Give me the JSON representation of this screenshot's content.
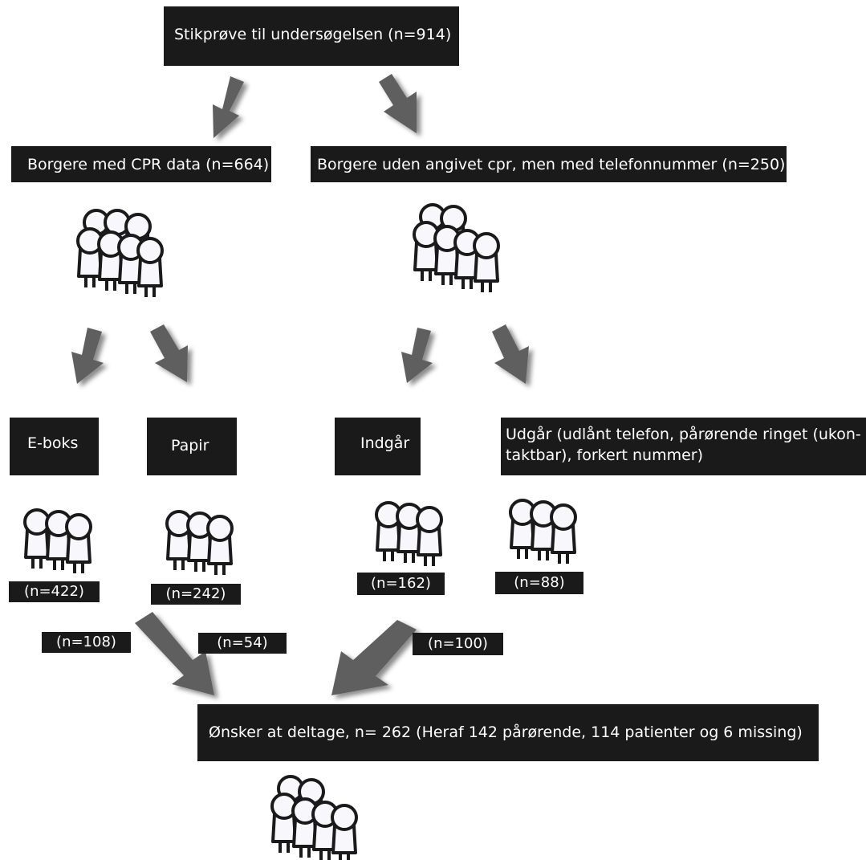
{
  "colors": {
    "box_fill": "#1a1a1a",
    "box_text": "#ffffff",
    "arrow": "#5e5e5e",
    "person_fill": "#f7f7fc",
    "person_stroke": "#1a1a1a"
  },
  "icons": {
    "arrow": "arrow-icon",
    "people": "people-group-icon"
  },
  "boxes": {
    "sample": "Stikprøve til undersøgelsen (n=914)",
    "cpr": "Borgere med CPR data (n=664)",
    "no_cpr": "Borgere uden angivet cpr, men med telefonnummer (n=250)",
    "eboks": "E-boks",
    "papir": "Papir",
    "indgaar": "Indgår",
    "udgaar_line1": "Udgår (udlånt telefon, pårørende ringet (ukon-",
    "udgaar_line2": "taktbar), forkert nummer)",
    "result": "Ønsker at deltage, n= 262 (Heraf 142 pårørende, 114 patienter og 6 missing)"
  },
  "counts": {
    "eboks": "(n=422)",
    "papir": "(n=242)",
    "indgaar": "(n=162)",
    "udgaar": "(n=88)",
    "eboks_participating": "(n=108)",
    "papir_participating": "(n=54)",
    "indgaar_participating": "(n=100)"
  }
}
